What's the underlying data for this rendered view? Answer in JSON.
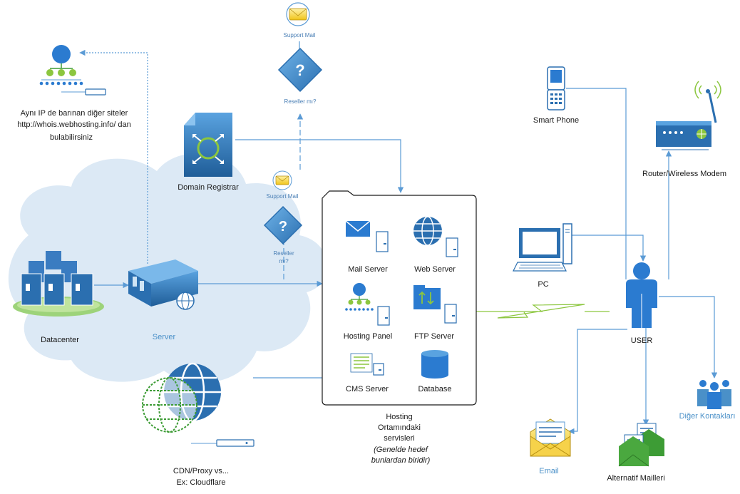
{
  "nodes": {
    "same_ip": {
      "line1": "Aynı IP de barınan diğer siteler",
      "line2": "http://whois.webhosting.info/ dan",
      "line3": "bulabilirsiniz"
    },
    "support_mail_top": "Support Mail",
    "reseller_top": "Reseller mı?",
    "support_mail_mid": "Support Mail",
    "reseller_mid_1": "Reseller",
    "reseller_mid_2": "mı?",
    "domain_registrar": "Domain Registrar",
    "datacenter": "Datacenter",
    "server": "Server",
    "cdn_1": "CDN/Proxy vs...",
    "cdn_2": "Ex: Cloudflare",
    "smart_phone": "Smart Phone",
    "router": "Router/Wireless Modem",
    "pc": "PC",
    "user": "USER",
    "email": "Email",
    "alt_mail": "Alternatif Mailleri",
    "other_contacts": "Diğer Kontakları"
  },
  "hosting": {
    "services": {
      "mail_server": "Mail Server",
      "web_server": "Web Server",
      "hosting_panel": "Hosting Panel",
      "ftp_server": "FTP Server",
      "cms_server": "CMS Server",
      "database": "Database"
    },
    "caption_1": "Hosting",
    "caption_2": "Ortamındaki",
    "caption_3": "servisleri",
    "note_1": "(Genelde hedef",
    "note_2": "bunlardan biridir)"
  },
  "colors": {
    "accent": "#3b7dbf",
    "icon_fill": "#4a90c8",
    "cloud": "#d6e6f4",
    "green": "#3d9c35",
    "connector": "#5b9bd5"
  }
}
